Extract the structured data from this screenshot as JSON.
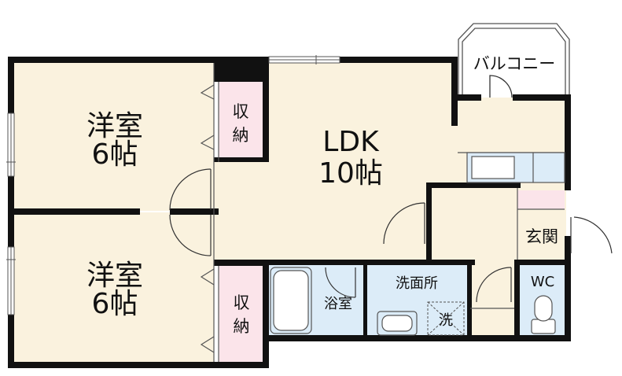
{
  "colors": {
    "room_cream": "#faf2de",
    "storage_pink": "#fbe4ea",
    "fixture_blue": "#dcecf8",
    "wall": "#111111",
    "thin_line": "#555555"
  },
  "labels": {
    "western_room_top_name": "洋室",
    "western_room_top_size": "6帖",
    "western_room_bottom_name": "洋室",
    "western_room_bottom_size": "6帖",
    "storage_top_line1": "収",
    "storage_top_line2": "納",
    "storage_bottom_line1": "収",
    "storage_bottom_line2": "納",
    "ldk_name": "LDK",
    "ldk_size": "10帖",
    "balcony": "バルコニー",
    "entrance": "玄関",
    "bathroom": "浴室",
    "washroom": "洗面所",
    "washer_mark": "洗",
    "toilet": "WC"
  },
  "icons": {
    "door_swing": "door-swing-icon",
    "bathtub": "bathtub-icon",
    "sink": "washbasin-icon",
    "toilet": "toilet-icon",
    "kitchen": "kitchen-counter-icon",
    "window": "window-icon"
  }
}
